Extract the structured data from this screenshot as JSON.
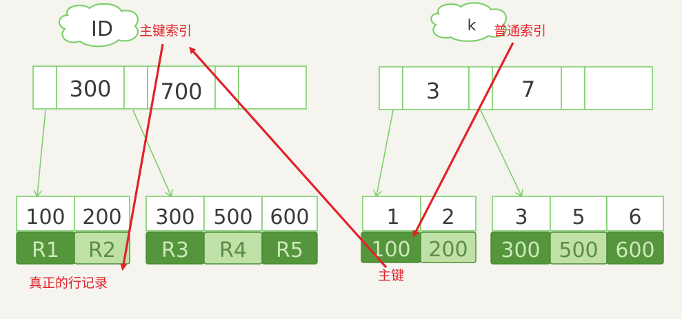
{
  "primary_index": {
    "cloud_label": "ID",
    "annotation": "主键索引",
    "root_keys": [
      "300",
      "700"
    ],
    "leaves": [
      {
        "keys": [
          "100",
          "200"
        ],
        "rows": [
          "R1",
          "R2"
        ]
      },
      {
        "keys": [
          "300",
          "500",
          "600"
        ],
        "rows": [
          "R3",
          "R4",
          "R5"
        ]
      }
    ],
    "leaf_annotation": "真正的行记录"
  },
  "secondary_index": {
    "cloud_label": "k",
    "annotation": "普通索引",
    "root_keys": [
      "3",
      "7"
    ],
    "leaves": [
      {
        "keys": [
          "1",
          "2"
        ],
        "rows": [
          "100",
          "200"
        ]
      },
      {
        "keys": [
          "3",
          "5",
          "6"
        ],
        "rows": [
          "300",
          "500",
          "600"
        ]
      }
    ],
    "leaf_annotation": "主键"
  },
  "colors": {
    "tree_stroke": "#7ccf6a",
    "row_dark": "#55963c",
    "row_light": "#bfe0a6",
    "annotation_red": "#e2212a",
    "background": "#f5f4ef"
  }
}
